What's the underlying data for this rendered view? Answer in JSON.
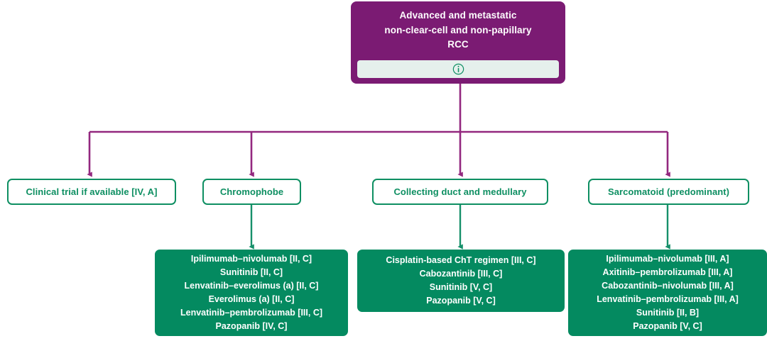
{
  "diagram": {
    "title_text": "Advanced and metastatic\nnon-clear-cell and non-papillary\nRCC",
    "colors": {
      "purple": "#7B1B73",
      "green": "#048A60",
      "green_outline": "#0E8F62",
      "info_bar": "#E5F0EC",
      "white": "#FFFFFF"
    },
    "root": {
      "label": "Advanced and metastatic non-clear-cell and non-papillary RCC",
      "info_icon": "info-circle-icon"
    },
    "branches": [
      {
        "id": "clinical-trial",
        "category": "Clinical trial if available [IV, A]",
        "treatments": []
      },
      {
        "id": "chromophobe",
        "category": "Chromophobe",
        "treatments": [
          "Ipilimumab–nivolumab [II, C]",
          "Sunitinib [II, C]",
          "Lenvatinib–everolimus (a) [II, C]",
          "Everolimus (a) [II, C]",
          "Lenvatinib–pembrolizumab [III, C]",
          "Pazopanib [IV, C]"
        ]
      },
      {
        "id": "collecting-duct-medullary",
        "category": "Collecting duct and medullary",
        "treatments": [
          "Cisplatin-based ChT regimen [III, C]",
          "Cabozantinib [III, C]",
          "Sunitinib [V, C]",
          "Pazopanib [V, C]"
        ]
      },
      {
        "id": "sarcomatoid",
        "category": "Sarcomatoid (predominant)",
        "treatments": [
          "Ipilimumab–nivolumab [III, A]",
          "Axitinib–pembrolizumab [III, A]",
          "Cabozantinib–nivolumab [III, A]",
          "Lenvatinib–pembrolizumab [III, A]",
          "Sunitinib [II, B]",
          "Pazopanib [V, C]"
        ]
      }
    ]
  }
}
